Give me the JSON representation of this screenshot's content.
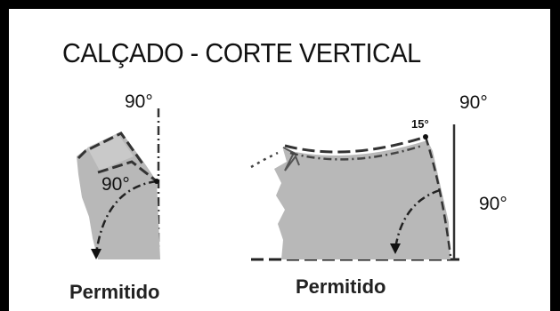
{
  "title": "CALÇADO - CORTE VERTICAL",
  "left_figure": {
    "angle_top": "90°",
    "angle_inner": "90°",
    "caption": "Permitido"
  },
  "right_figure": {
    "angle_small": "15°",
    "angle_top": "90°",
    "angle_side": "90°",
    "caption": "Permitido"
  }
}
